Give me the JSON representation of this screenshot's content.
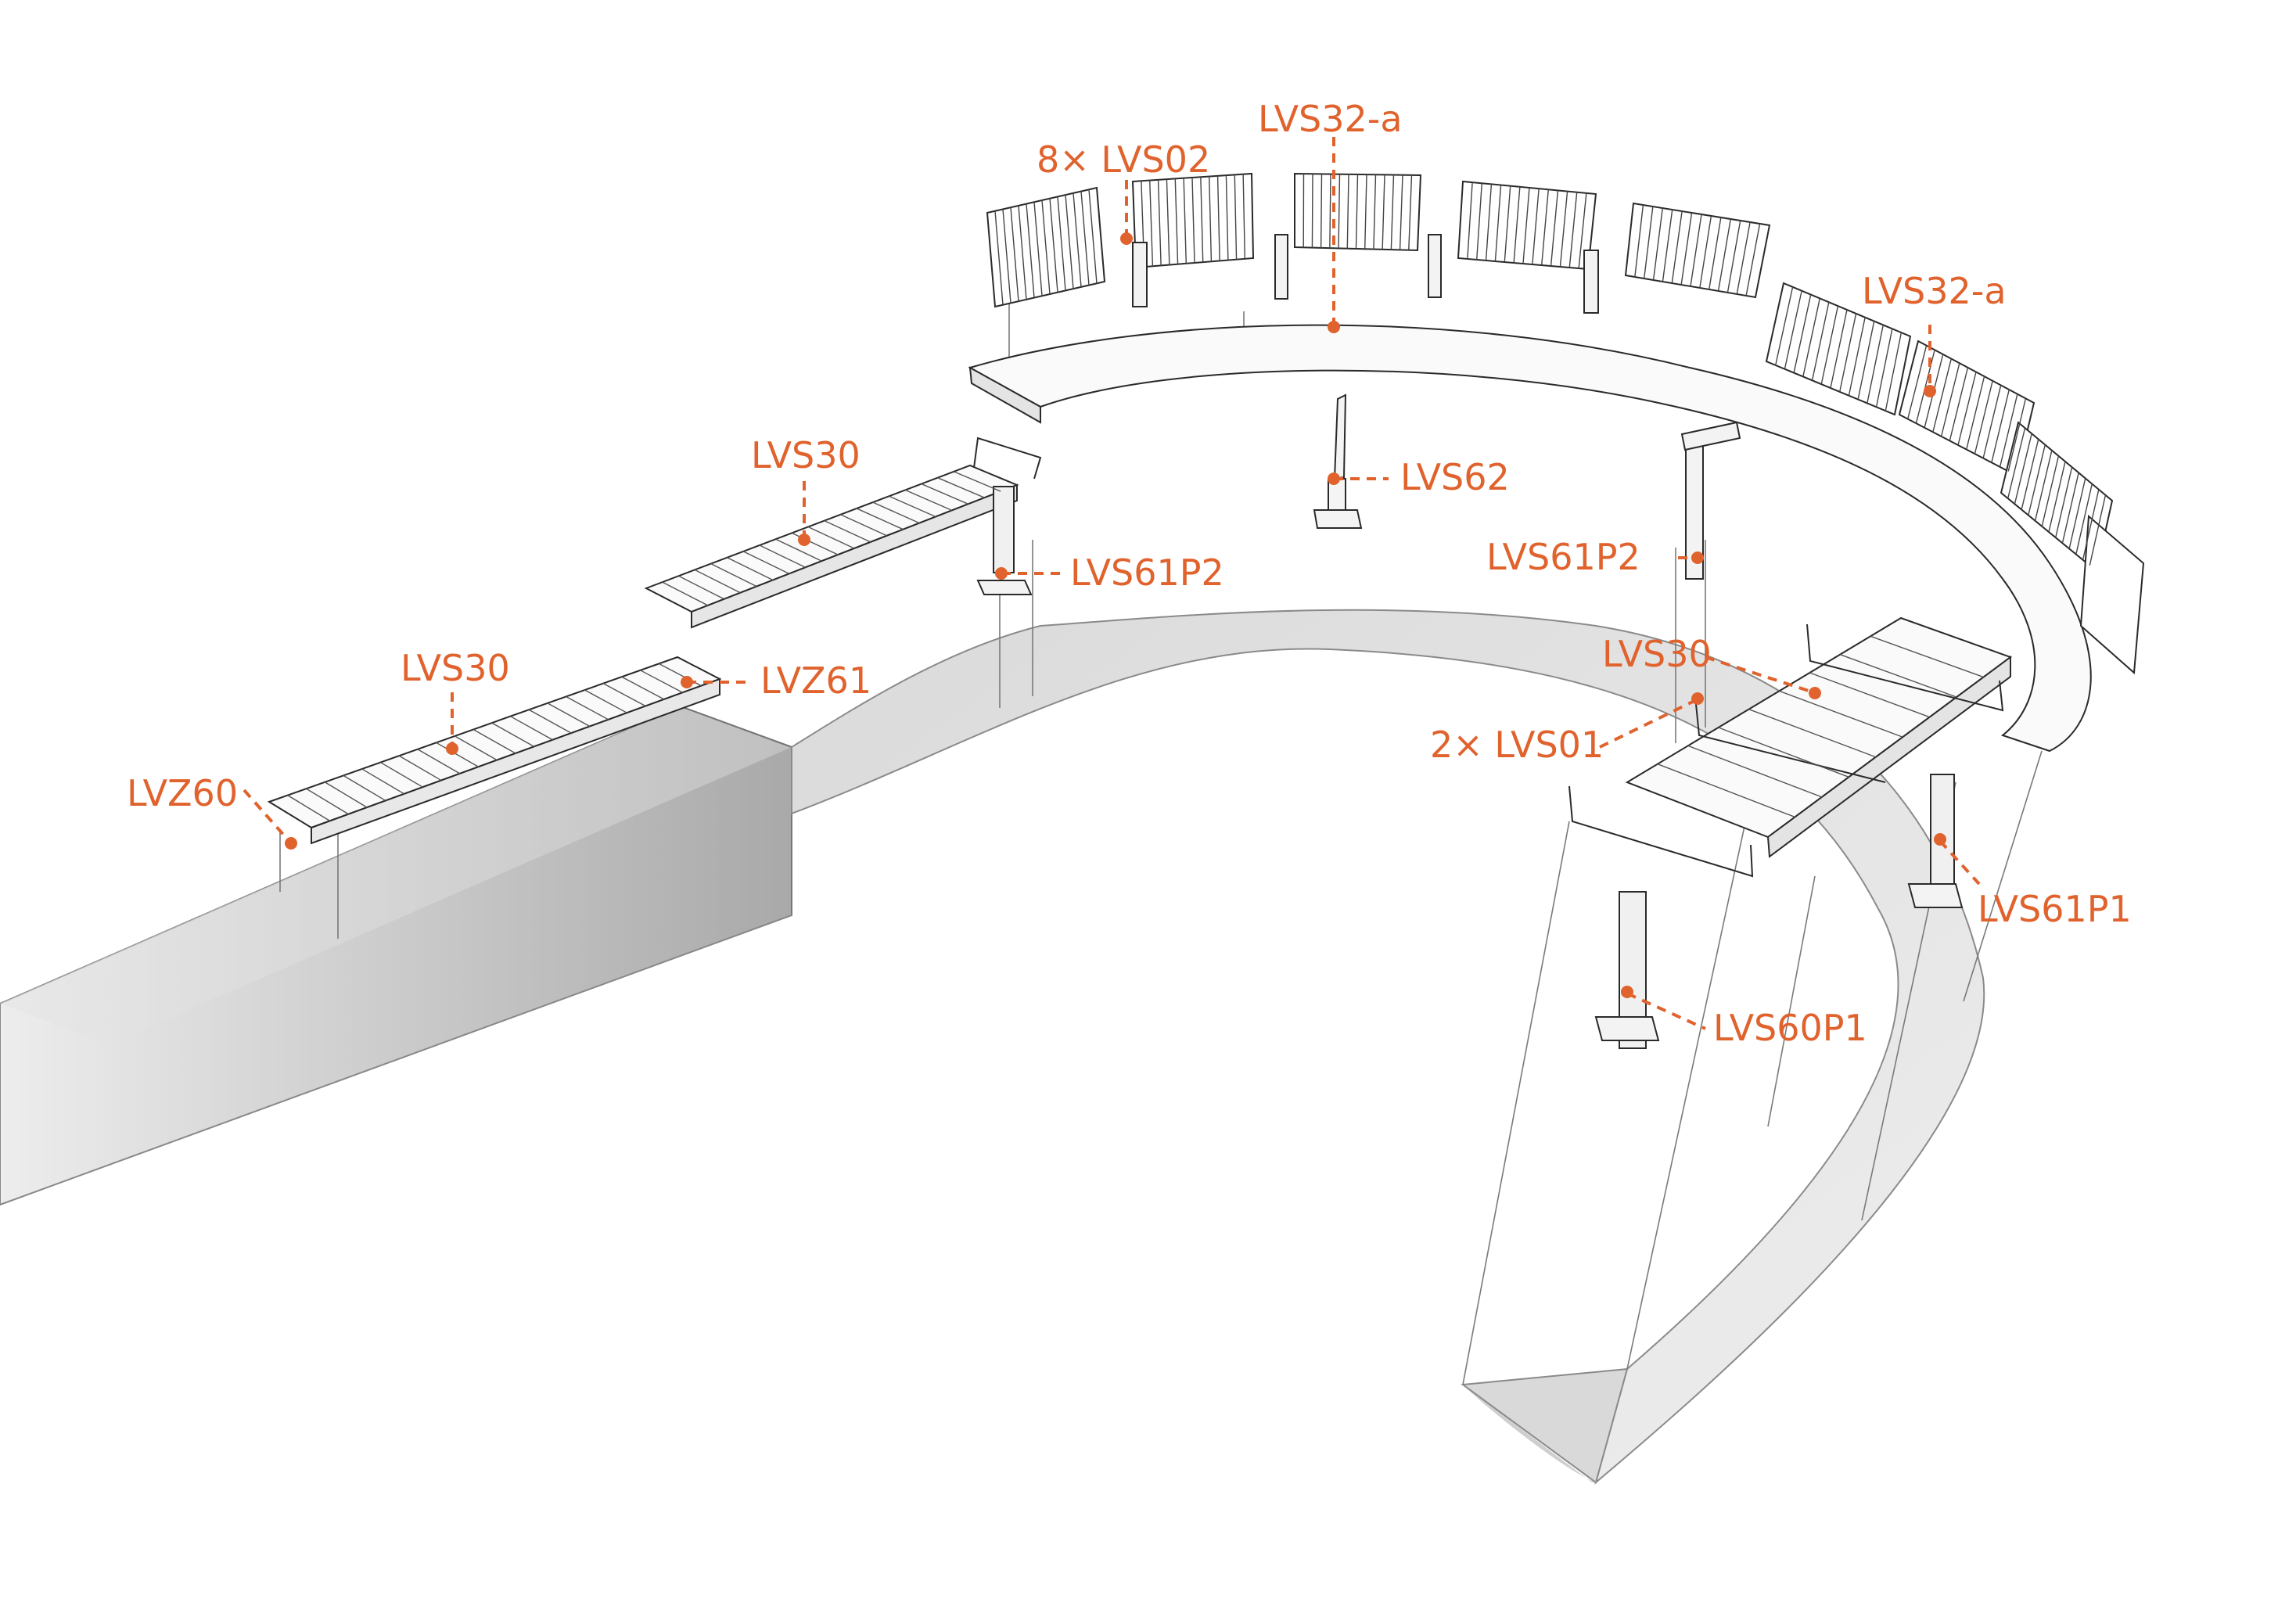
{
  "labels": {
    "lvs32a_top": "LVS32-a",
    "lvs02": "8× LVS02",
    "lvs32a_right": "LVS32-a",
    "lvs30_mid": "LVS30",
    "lvs62": "LVS62",
    "lvs61p2_left": "LVS61P2",
    "lvs61p2_right": "LVS61P2",
    "lvs30_right": "LVS30",
    "lvs30_left": "LVS30",
    "lvz61": "LVZ61",
    "lvz60": "LVZ60",
    "lvs01": "2× LVS01",
    "lvs61p1": "LVS61P1",
    "lvs60p1": "LVS60P1"
  },
  "colors": {
    "label": "#e0622d",
    "line": "#2a2a2a",
    "shadow_band": "#d6d6d6",
    "block": "#c4c4c4"
  }
}
